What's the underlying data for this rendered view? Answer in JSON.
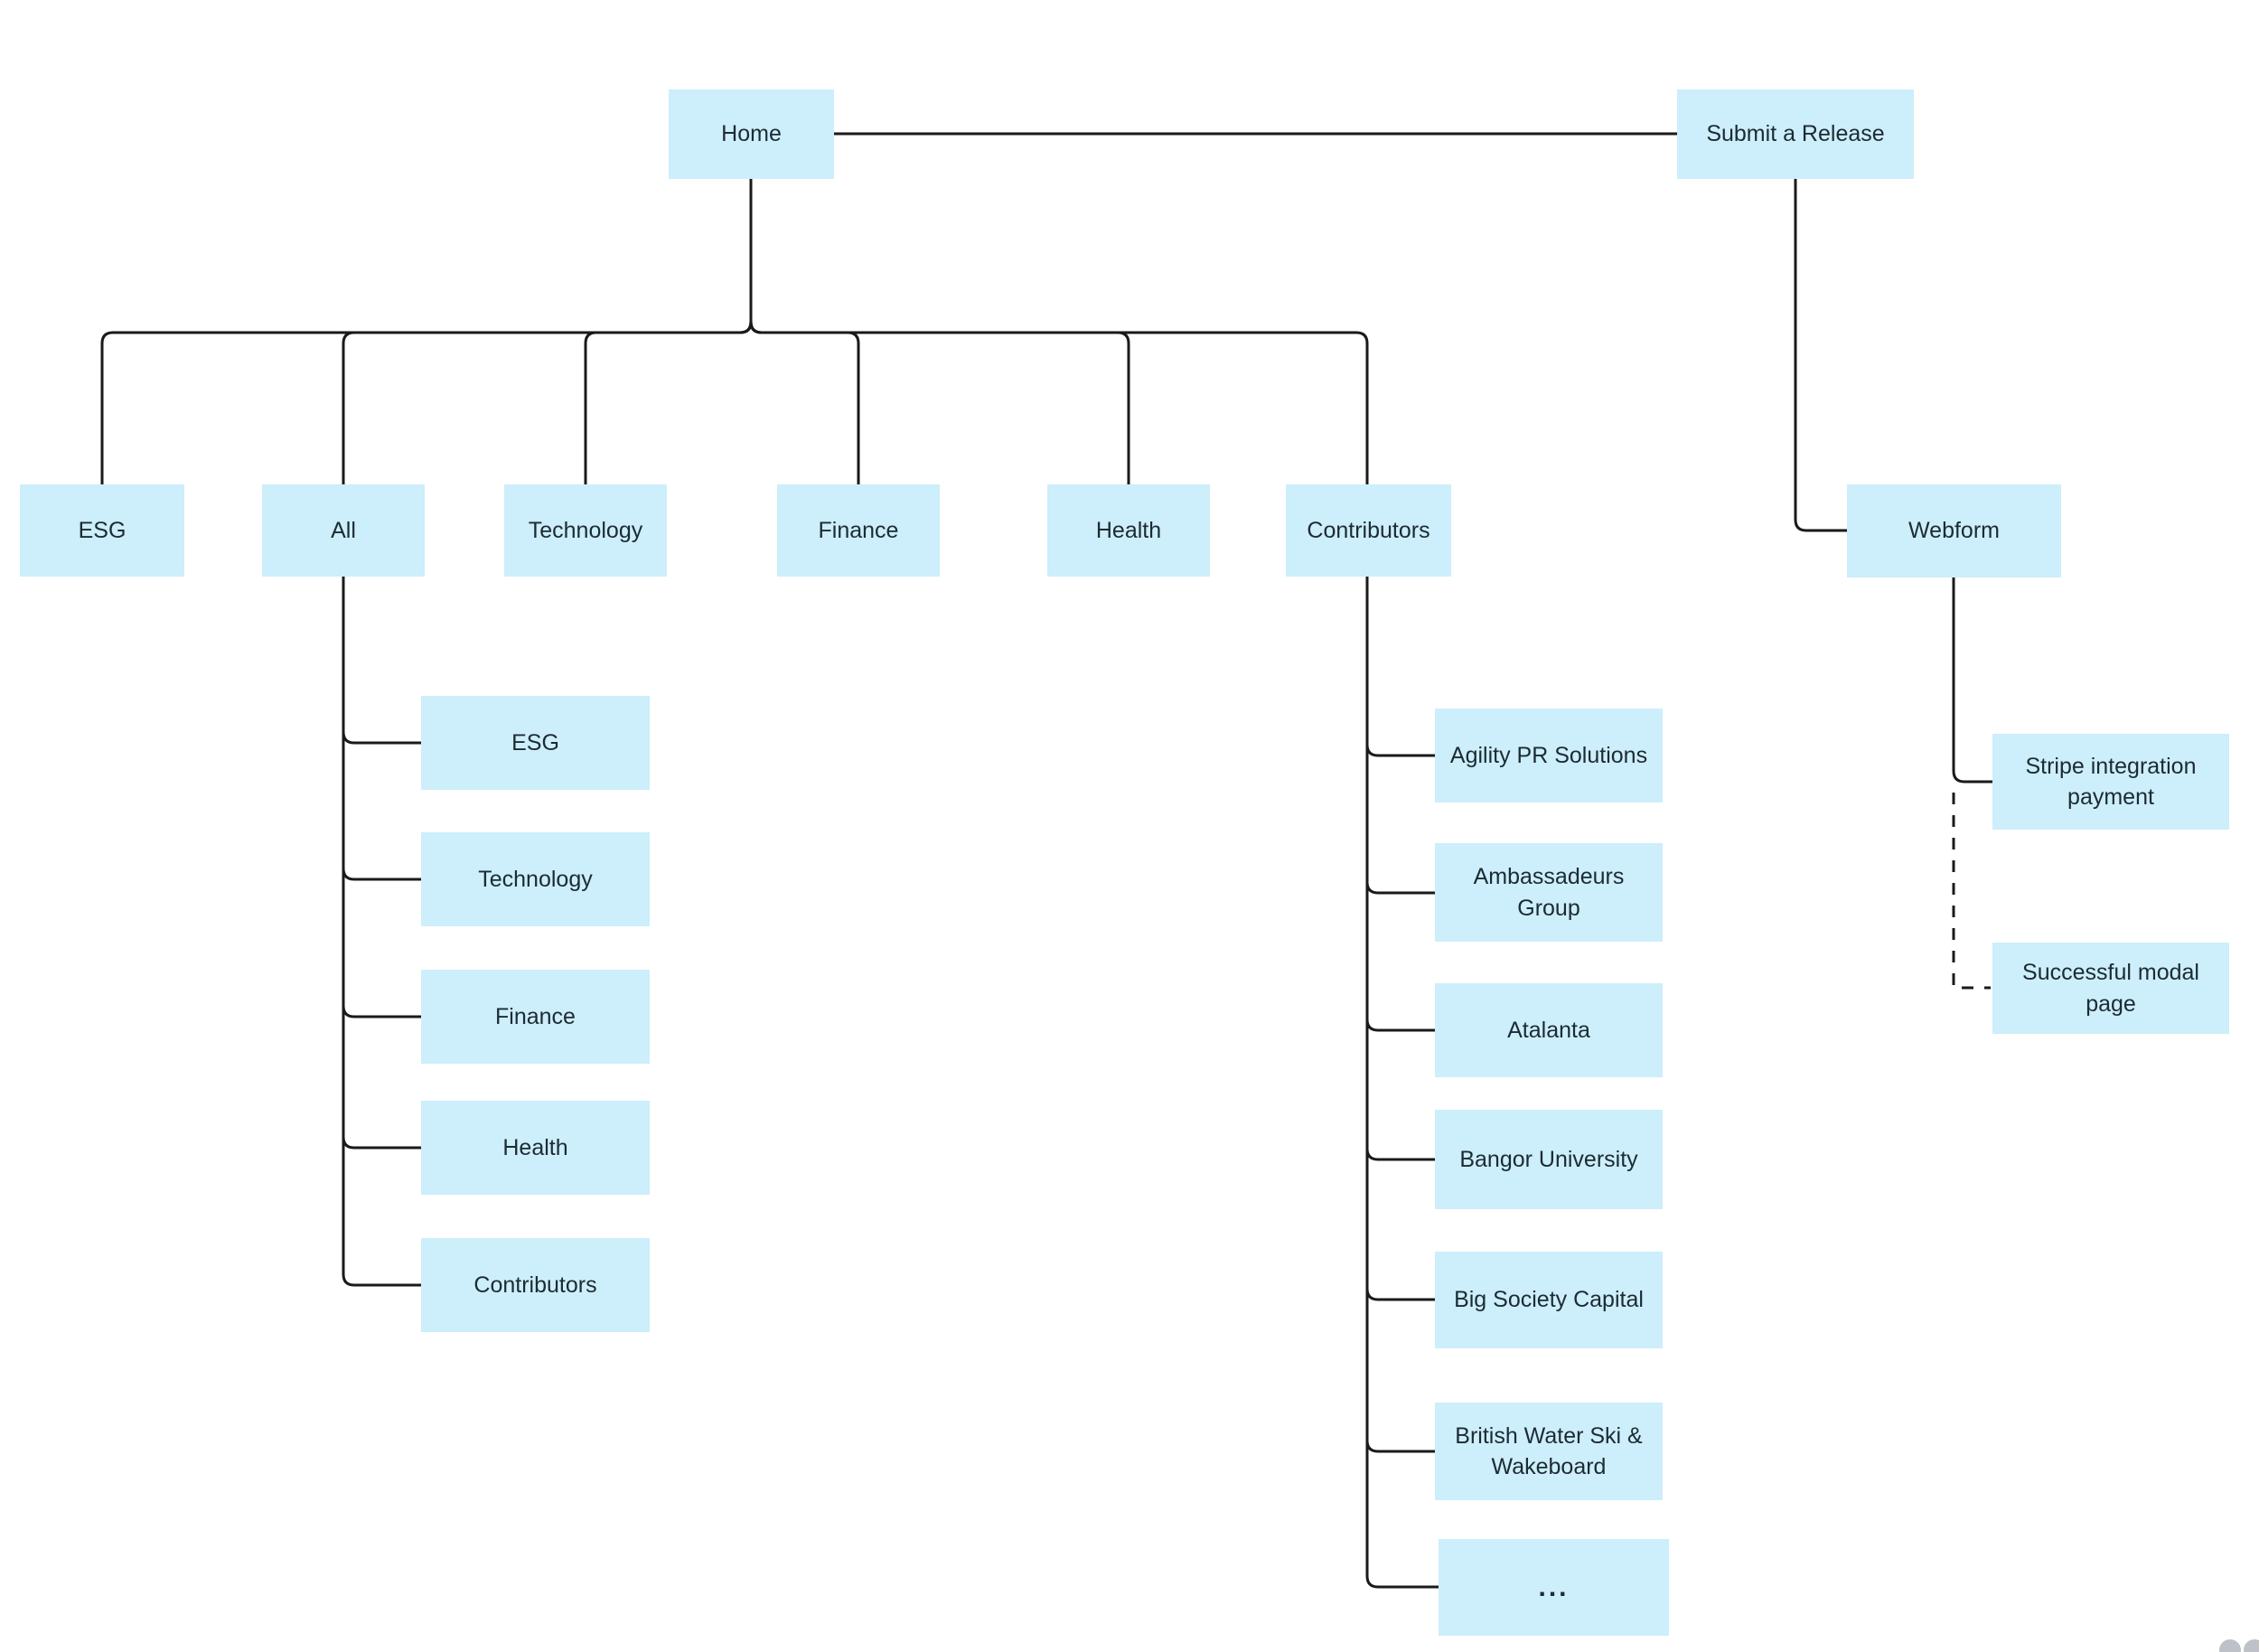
{
  "diagram": {
    "title": "Sitemap flow diagram",
    "colors": {
      "node_fill": "#cdeefb",
      "node_text": "#1c2b33",
      "connector": "#1a1a1a",
      "background": "#ffffff"
    },
    "nodes": {
      "home": {
        "label": "Home"
      },
      "submit_release": {
        "label": "Submit a Release"
      },
      "esg": {
        "label": "ESG"
      },
      "all": {
        "label": "All"
      },
      "technology": {
        "label": "Technology"
      },
      "finance": {
        "label": "Finance"
      },
      "health": {
        "label": "Health"
      },
      "contributors": {
        "label": "Contributors"
      },
      "webform": {
        "label": "Webform"
      },
      "all_esg": {
        "label": "ESG"
      },
      "all_technology": {
        "label": "Technology"
      },
      "all_finance": {
        "label": "Finance"
      },
      "all_health": {
        "label": "Health"
      },
      "all_contributors": {
        "label": "Contributors"
      },
      "agility": {
        "label": "Agility PR Solutions"
      },
      "ambassadeurs": {
        "label": "Ambassadeurs\nGroup"
      },
      "atalanta": {
        "label": "Atalanta"
      },
      "bangor": {
        "label": "Bangor University"
      },
      "big_society": {
        "label": "Big Society Capital"
      },
      "british_water_ski": {
        "label": "British Water Ski &\nWakeboard"
      },
      "more": {
        "label": "..."
      },
      "stripe": {
        "label": "Stripe integration\npayment"
      },
      "successful_modal": {
        "label": "Successful modal\npage"
      }
    },
    "edges": [
      {
        "from": "Home",
        "to": "Submit a Release",
        "style": "solid"
      },
      {
        "from": "Home",
        "to": "ESG",
        "style": "solid"
      },
      {
        "from": "Home",
        "to": "All",
        "style": "solid"
      },
      {
        "from": "Home",
        "to": "Technology",
        "style": "solid"
      },
      {
        "from": "Home",
        "to": "Finance",
        "style": "solid"
      },
      {
        "from": "Home",
        "to": "Health",
        "style": "solid"
      },
      {
        "from": "Home",
        "to": "Contributors",
        "style": "solid"
      },
      {
        "from": "All",
        "to": "ESG",
        "style": "solid"
      },
      {
        "from": "All",
        "to": "Technology",
        "style": "solid"
      },
      {
        "from": "All",
        "to": "Finance",
        "style": "solid"
      },
      {
        "from": "All",
        "to": "Health",
        "style": "solid"
      },
      {
        "from": "All",
        "to": "Contributors",
        "style": "solid"
      },
      {
        "from": "Contributors",
        "to": "Agility PR Solutions",
        "style": "solid"
      },
      {
        "from": "Contributors",
        "to": "Ambassadeurs Group",
        "style": "solid"
      },
      {
        "from": "Contributors",
        "to": "Atalanta",
        "style": "solid"
      },
      {
        "from": "Contributors",
        "to": "Bangor University",
        "style": "solid"
      },
      {
        "from": "Contributors",
        "to": "Big Society Capital",
        "style": "solid"
      },
      {
        "from": "Contributors",
        "to": "British Water Ski & Wakeboard",
        "style": "solid"
      },
      {
        "from": "Contributors",
        "to": "...",
        "style": "solid"
      },
      {
        "from": "Submit a Release",
        "to": "Webform",
        "style": "solid"
      },
      {
        "from": "Webform",
        "to": "Stripe integration payment",
        "style": "solid"
      },
      {
        "from": "Stripe integration payment",
        "to": "Successful modal page",
        "style": "dashed"
      }
    ]
  }
}
